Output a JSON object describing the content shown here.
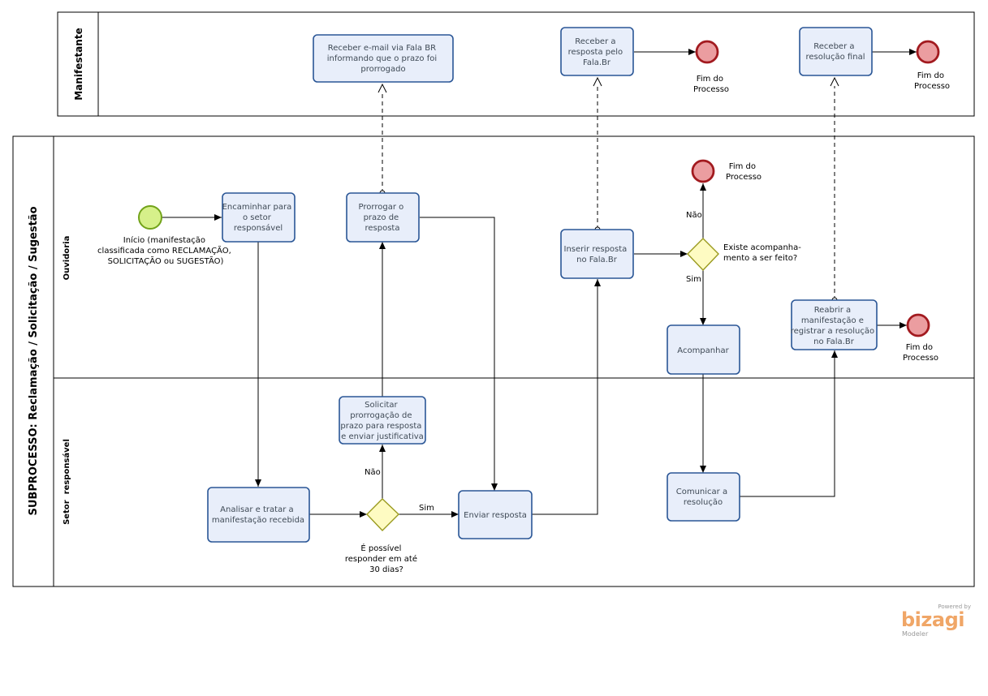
{
  "pools": {
    "manifestante": "Manifestante",
    "subprocesso": "SUBPROCESSO: Reclamação / Solicitação / Sugestão"
  },
  "lanes": {
    "ouvidoria": "Ouvidoria",
    "setor": "Setor  responsável"
  },
  "events": {
    "start_lines": [
      "Início (manifestação",
      "classificada como RECLAMAÇÃO,",
      "SOLICITAÇÃO ou SUGESTÃO)"
    ],
    "end_lines": [
      "Fim do",
      "Processo"
    ]
  },
  "tasks": {
    "receber_email": [
      "Receber e-mail via Fala BR",
      "informando que o prazo foi",
      "prorrogado"
    ],
    "receber_resposta": [
      "Receber a",
      "resposta pelo",
      "Fala.Br"
    ],
    "receber_resolucao": [
      "Receber a",
      "resolução final"
    ],
    "encaminhar": [
      "Encaminhar para",
      "o setor",
      "responsável"
    ],
    "prorrogar": [
      "Prorrogar o",
      "prazo de",
      "resposta"
    ],
    "inserir": [
      "Inserir resposta",
      "no Fala.Br"
    ],
    "acompanhar": [
      "Acompanhar"
    ],
    "reabrir": [
      "Reabrir a",
      "manifestação e",
      "registrar a resolução",
      "no Fala.Br"
    ],
    "solicitar": [
      "Solicitar",
      "prorrogação de",
      "prazo para resposta",
      "e enviar justificativa"
    ],
    "analisar": [
      "Analisar e tratar a",
      "manifestação recebida"
    ],
    "enviar": [
      "Enviar resposta"
    ],
    "comunicar": [
      "Comunicar a",
      "resolução"
    ]
  },
  "gateways": {
    "possivel_lines": [
      "É possível",
      "responder em até",
      "30 dias?"
    ],
    "acompanhamento_lines": [
      "Existe acompanha-",
      "mento a ser feito?"
    ]
  },
  "flow_labels": {
    "sim": "Sim",
    "nao": "Não"
  },
  "branding": {
    "powered": "Powered by",
    "name": "bizagi",
    "product": "Modeler"
  },
  "colors": {
    "task_fill": "#e8eefa",
    "task_stroke": "#2a5696",
    "start_fill": "#d6f08a",
    "end_fill": "#eb9da0",
    "gateway_fill": "#fefbc2"
  }
}
